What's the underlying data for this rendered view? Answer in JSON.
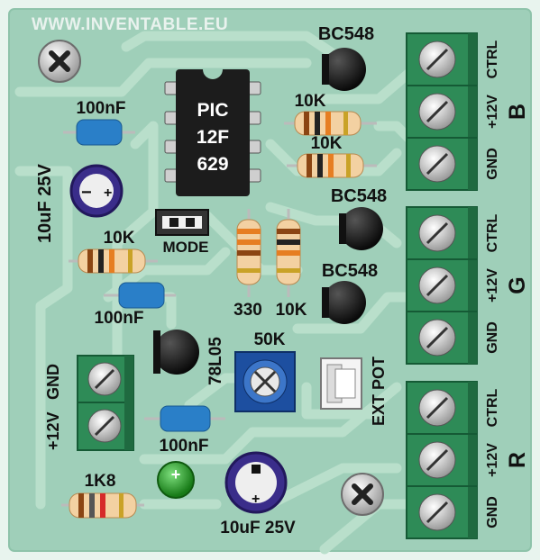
{
  "board": {
    "website": "WWW.INVENTABLE.EU",
    "colors": {
      "pcb": "#9fcfb9",
      "trace": "#b8ddca",
      "terminal": "#2e8b57",
      "border": "#e8f4ee"
    }
  },
  "ic": {
    "line1": "PIC",
    "line2": "12F",
    "line3": "629"
  },
  "labels": {
    "c_top_100nf": "100nF",
    "c_10uf_left": "10uF 25V",
    "r1_top": "10K",
    "r2_top": "10K",
    "q1": "BC548",
    "q2": "BC548",
    "q3": "BC548",
    "r_left_10k": "10K",
    "mode": "MODE",
    "c_mid_100nf": "100nF",
    "r_330": "330",
    "r_10k_b": "10K",
    "regulator": "78L05",
    "pot": "50K",
    "ext_pot": "EXT POT",
    "c_bottom_100nf": "100nF",
    "r_1k8": "1K8",
    "c_10uf_bottom": "10uF 25V",
    "power_gnd": "GND",
    "power_12v": "+12V"
  },
  "channels": [
    {
      "letter": "B",
      "pins": [
        "CTRL",
        "+12V",
        "GND"
      ]
    },
    {
      "letter": "G",
      "pins": [
        "CTRL",
        "+12V",
        "GND"
      ]
    },
    {
      "letter": "R",
      "pins": [
        "CTRL",
        "+12V",
        "GND"
      ]
    }
  ]
}
